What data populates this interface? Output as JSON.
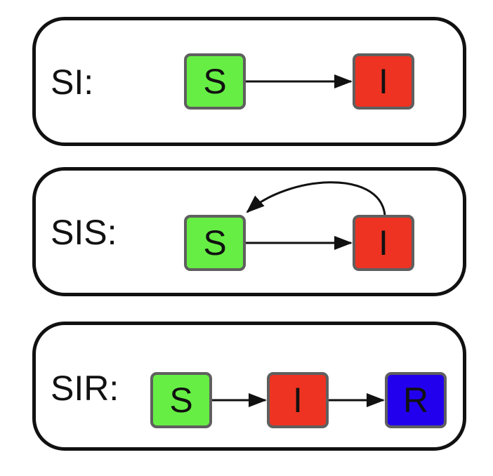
{
  "colors": {
    "susceptible": "#66ee44",
    "infected": "#ee3322",
    "recovered": "#2200ee",
    "outline": "#111111",
    "box_border": "#5f5f5f"
  },
  "models": {
    "si": {
      "label": "SI:",
      "states": [
        "S",
        "I"
      ]
    },
    "sis": {
      "label": "SIS:",
      "states": [
        "S",
        "I"
      ]
    },
    "sir": {
      "label": "SIR:",
      "states": [
        "S",
        "I",
        "R"
      ]
    }
  }
}
